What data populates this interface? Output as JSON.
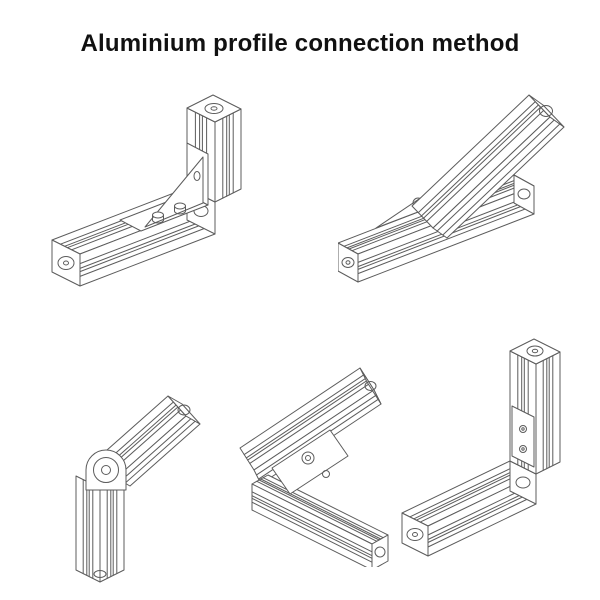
{
  "header": {
    "title": "Aluminium profile connection method",
    "title_color": "#111111"
  },
  "canvas": {
    "background": "#ffffff",
    "line_color": "#5c5c5c"
  },
  "figures": [
    {
      "name": "corner-bracket-connection",
      "position": "top-left"
    },
    {
      "name": "inclined-bracket-connection",
      "position": "top-right"
    },
    {
      "name": "pivot-hinge-connection",
      "position": "bottom-left"
    },
    {
      "name": "acute-angle-bracket-connection",
      "position": "bottom-center"
    },
    {
      "name": "corner-plate-connection",
      "position": "bottom-right"
    }
  ]
}
